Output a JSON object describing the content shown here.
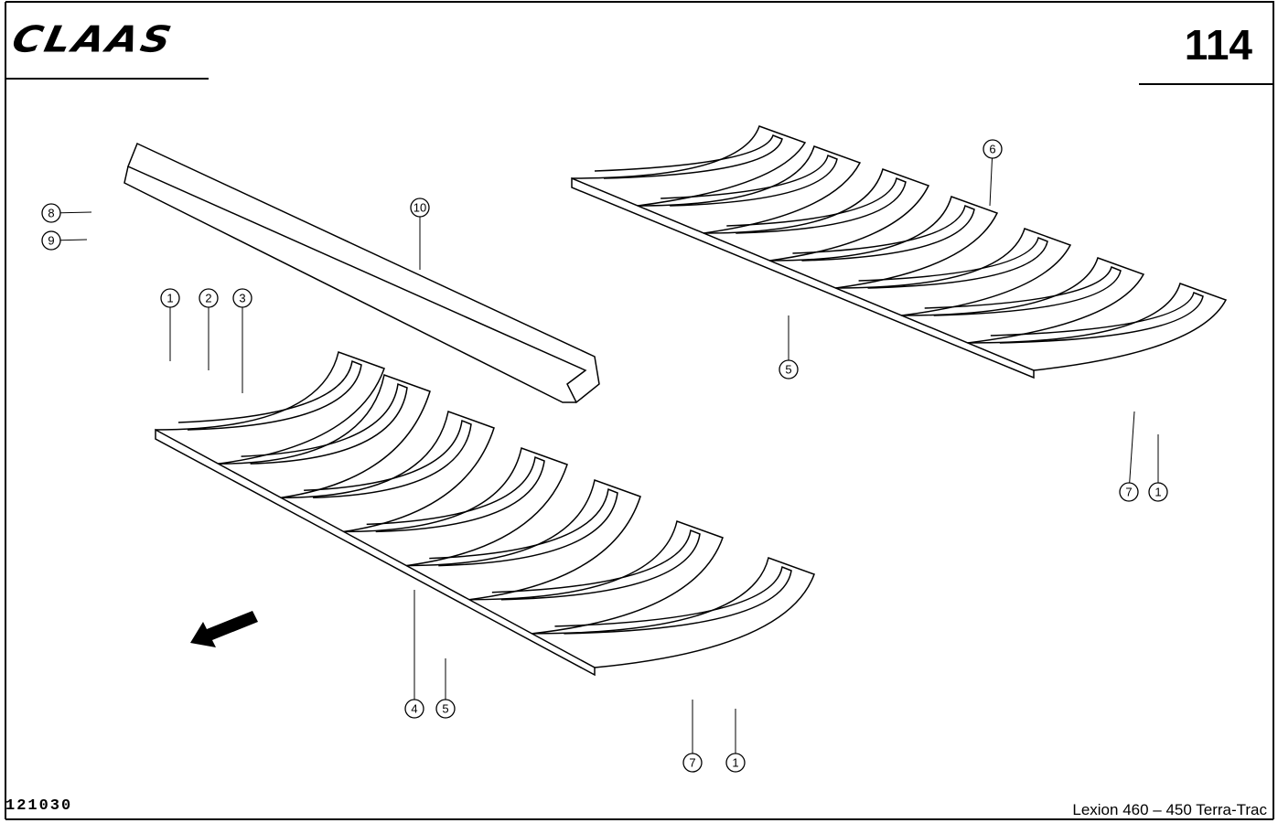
{
  "header": {
    "brand": "CLAAS",
    "page_number": "114"
  },
  "footer": {
    "reference": "121030",
    "model": "Lexion 460 – 450 Terra-Trac"
  },
  "callouts": [
    "8",
    "9",
    "10",
    "1",
    "2",
    "3",
    "6",
    "5",
    "7",
    "1",
    "4",
    "5",
    "7",
    "1"
  ]
}
